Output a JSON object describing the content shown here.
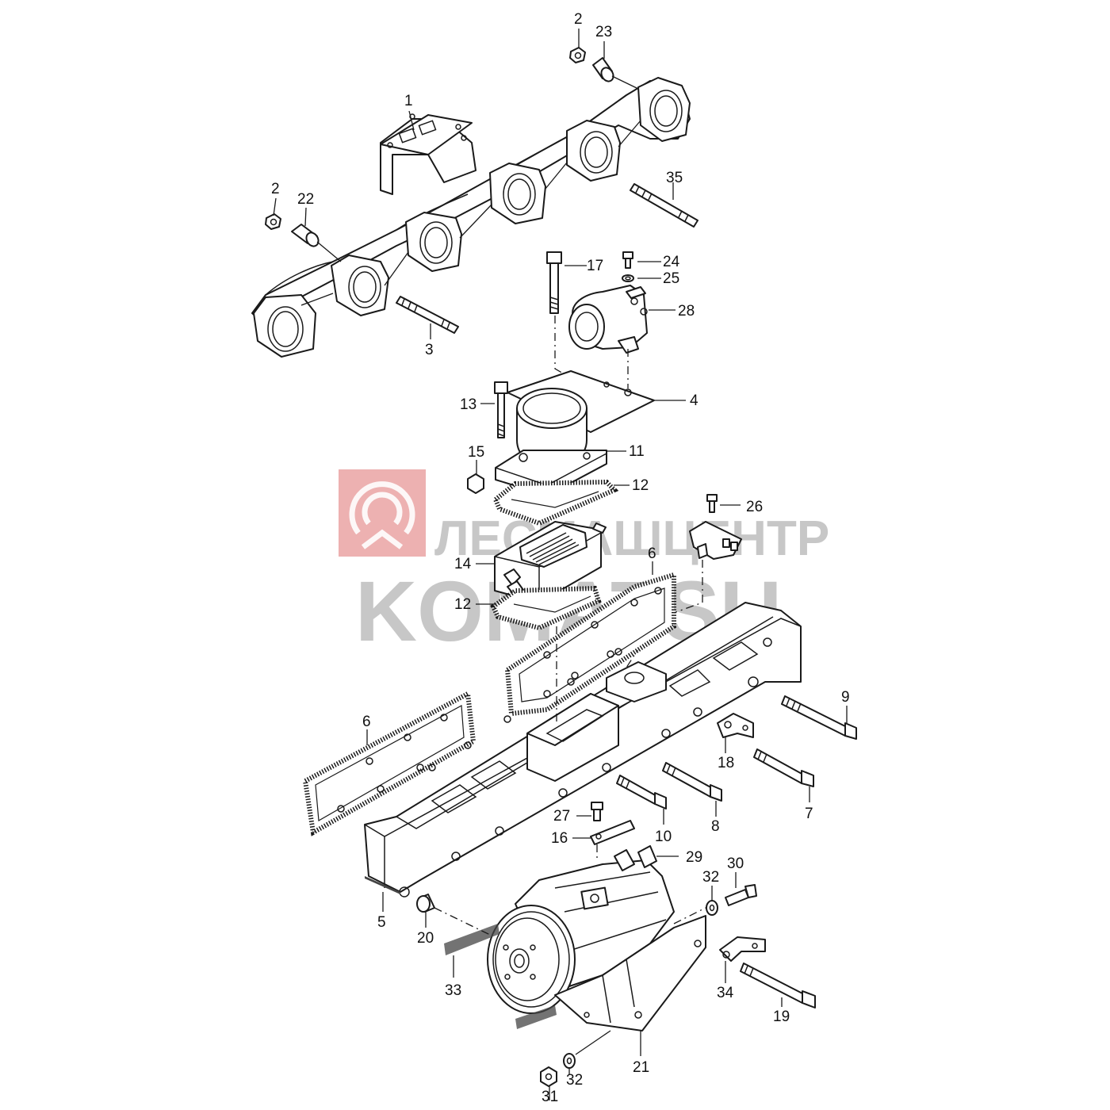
{
  "watermark": {
    "line1": "ЛЕСМАШЦЕНТР",
    "line2": "KOMATSU",
    "logo_color": "#e9a0a0"
  },
  "callouts": {
    "c1": "1",
    "c2a": "2",
    "c2b": "2",
    "c3": "3",
    "c4": "4",
    "c5": "5",
    "c6a": "6",
    "c6b": "6",
    "c7": "7",
    "c8": "8",
    "c9": "9",
    "c10": "10",
    "c11": "11",
    "c12a": "12",
    "c12b": "12",
    "c13": "13",
    "c14": "14",
    "c15": "15",
    "c16": "16",
    "c17": "17",
    "c18": "18",
    "c19": "19",
    "c20": "20",
    "c21": "21",
    "c22": "22",
    "c23": "23",
    "c24": "24",
    "c25": "25",
    "c26": "26",
    "c27": "27",
    "c28": "28",
    "c29": "29",
    "c30": "30",
    "c31": "31",
    "c32a": "32",
    "c32b": "32",
    "c33": "33",
    "c34": "34",
    "c35": "35"
  }
}
